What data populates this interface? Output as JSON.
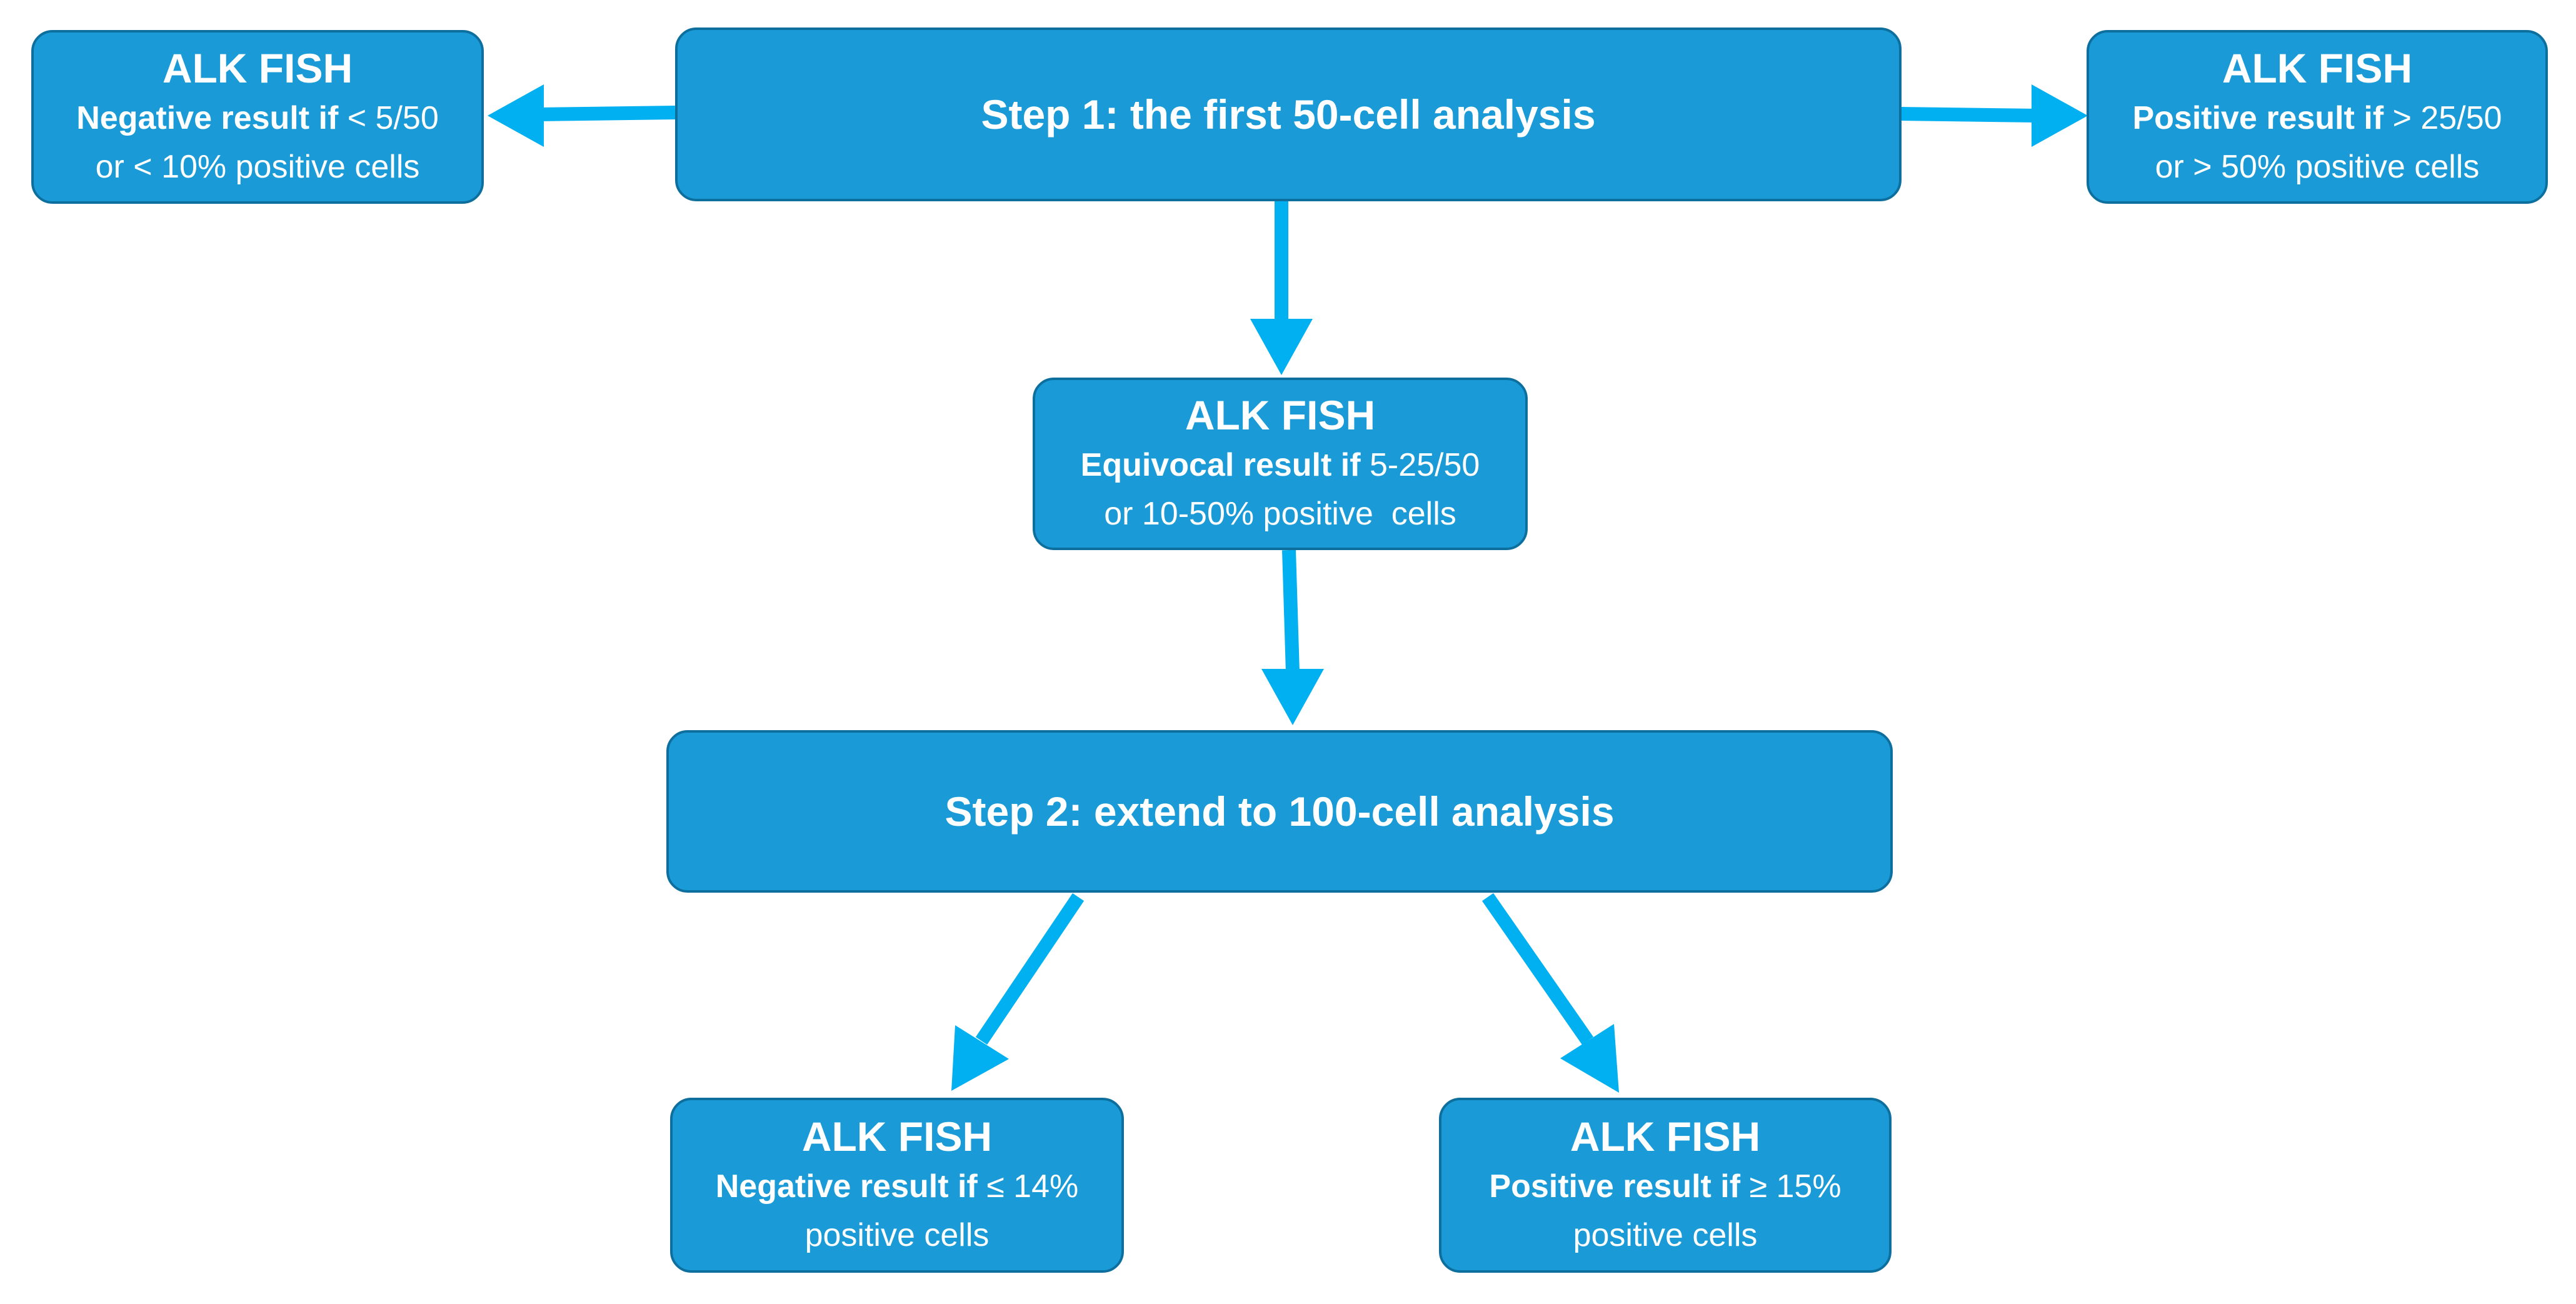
{
  "steps": {
    "step1": "Step 1: the first 50-cell analysis",
    "step2": "Step 2: extend to 100-cell analysis"
  },
  "results": {
    "negative_50": {
      "title": "ALK FISH",
      "bold": "Negative result if",
      "rest": " < 5/50",
      "line2": "or < 10% positive cells"
    },
    "positive_50": {
      "title": "ALK FISH",
      "bold": "Positive result if",
      "rest": " > 25/50",
      "line2": "or > 50% positive cells"
    },
    "equivocal": {
      "title": "ALK FISH",
      "bold": "Equivocal result if",
      "rest": " 5-25/50",
      "line2": "or 10-50% positive  cells"
    },
    "negative_100": {
      "title": "ALK FISH",
      "bold": "Negative result if",
      "rest": " ≤ 14%",
      "line2": "positive cells"
    },
    "positive_100": {
      "title": "ALK FISH",
      "bold": "Positive result if",
      "rest": " ≥ 15%",
      "line2": "positive cells"
    }
  },
  "colors": {
    "box_fill": "#1a9bd7",
    "box_border": "#0d6f9e",
    "arrow": "#00b0f0",
    "text": "#ffffff"
  }
}
